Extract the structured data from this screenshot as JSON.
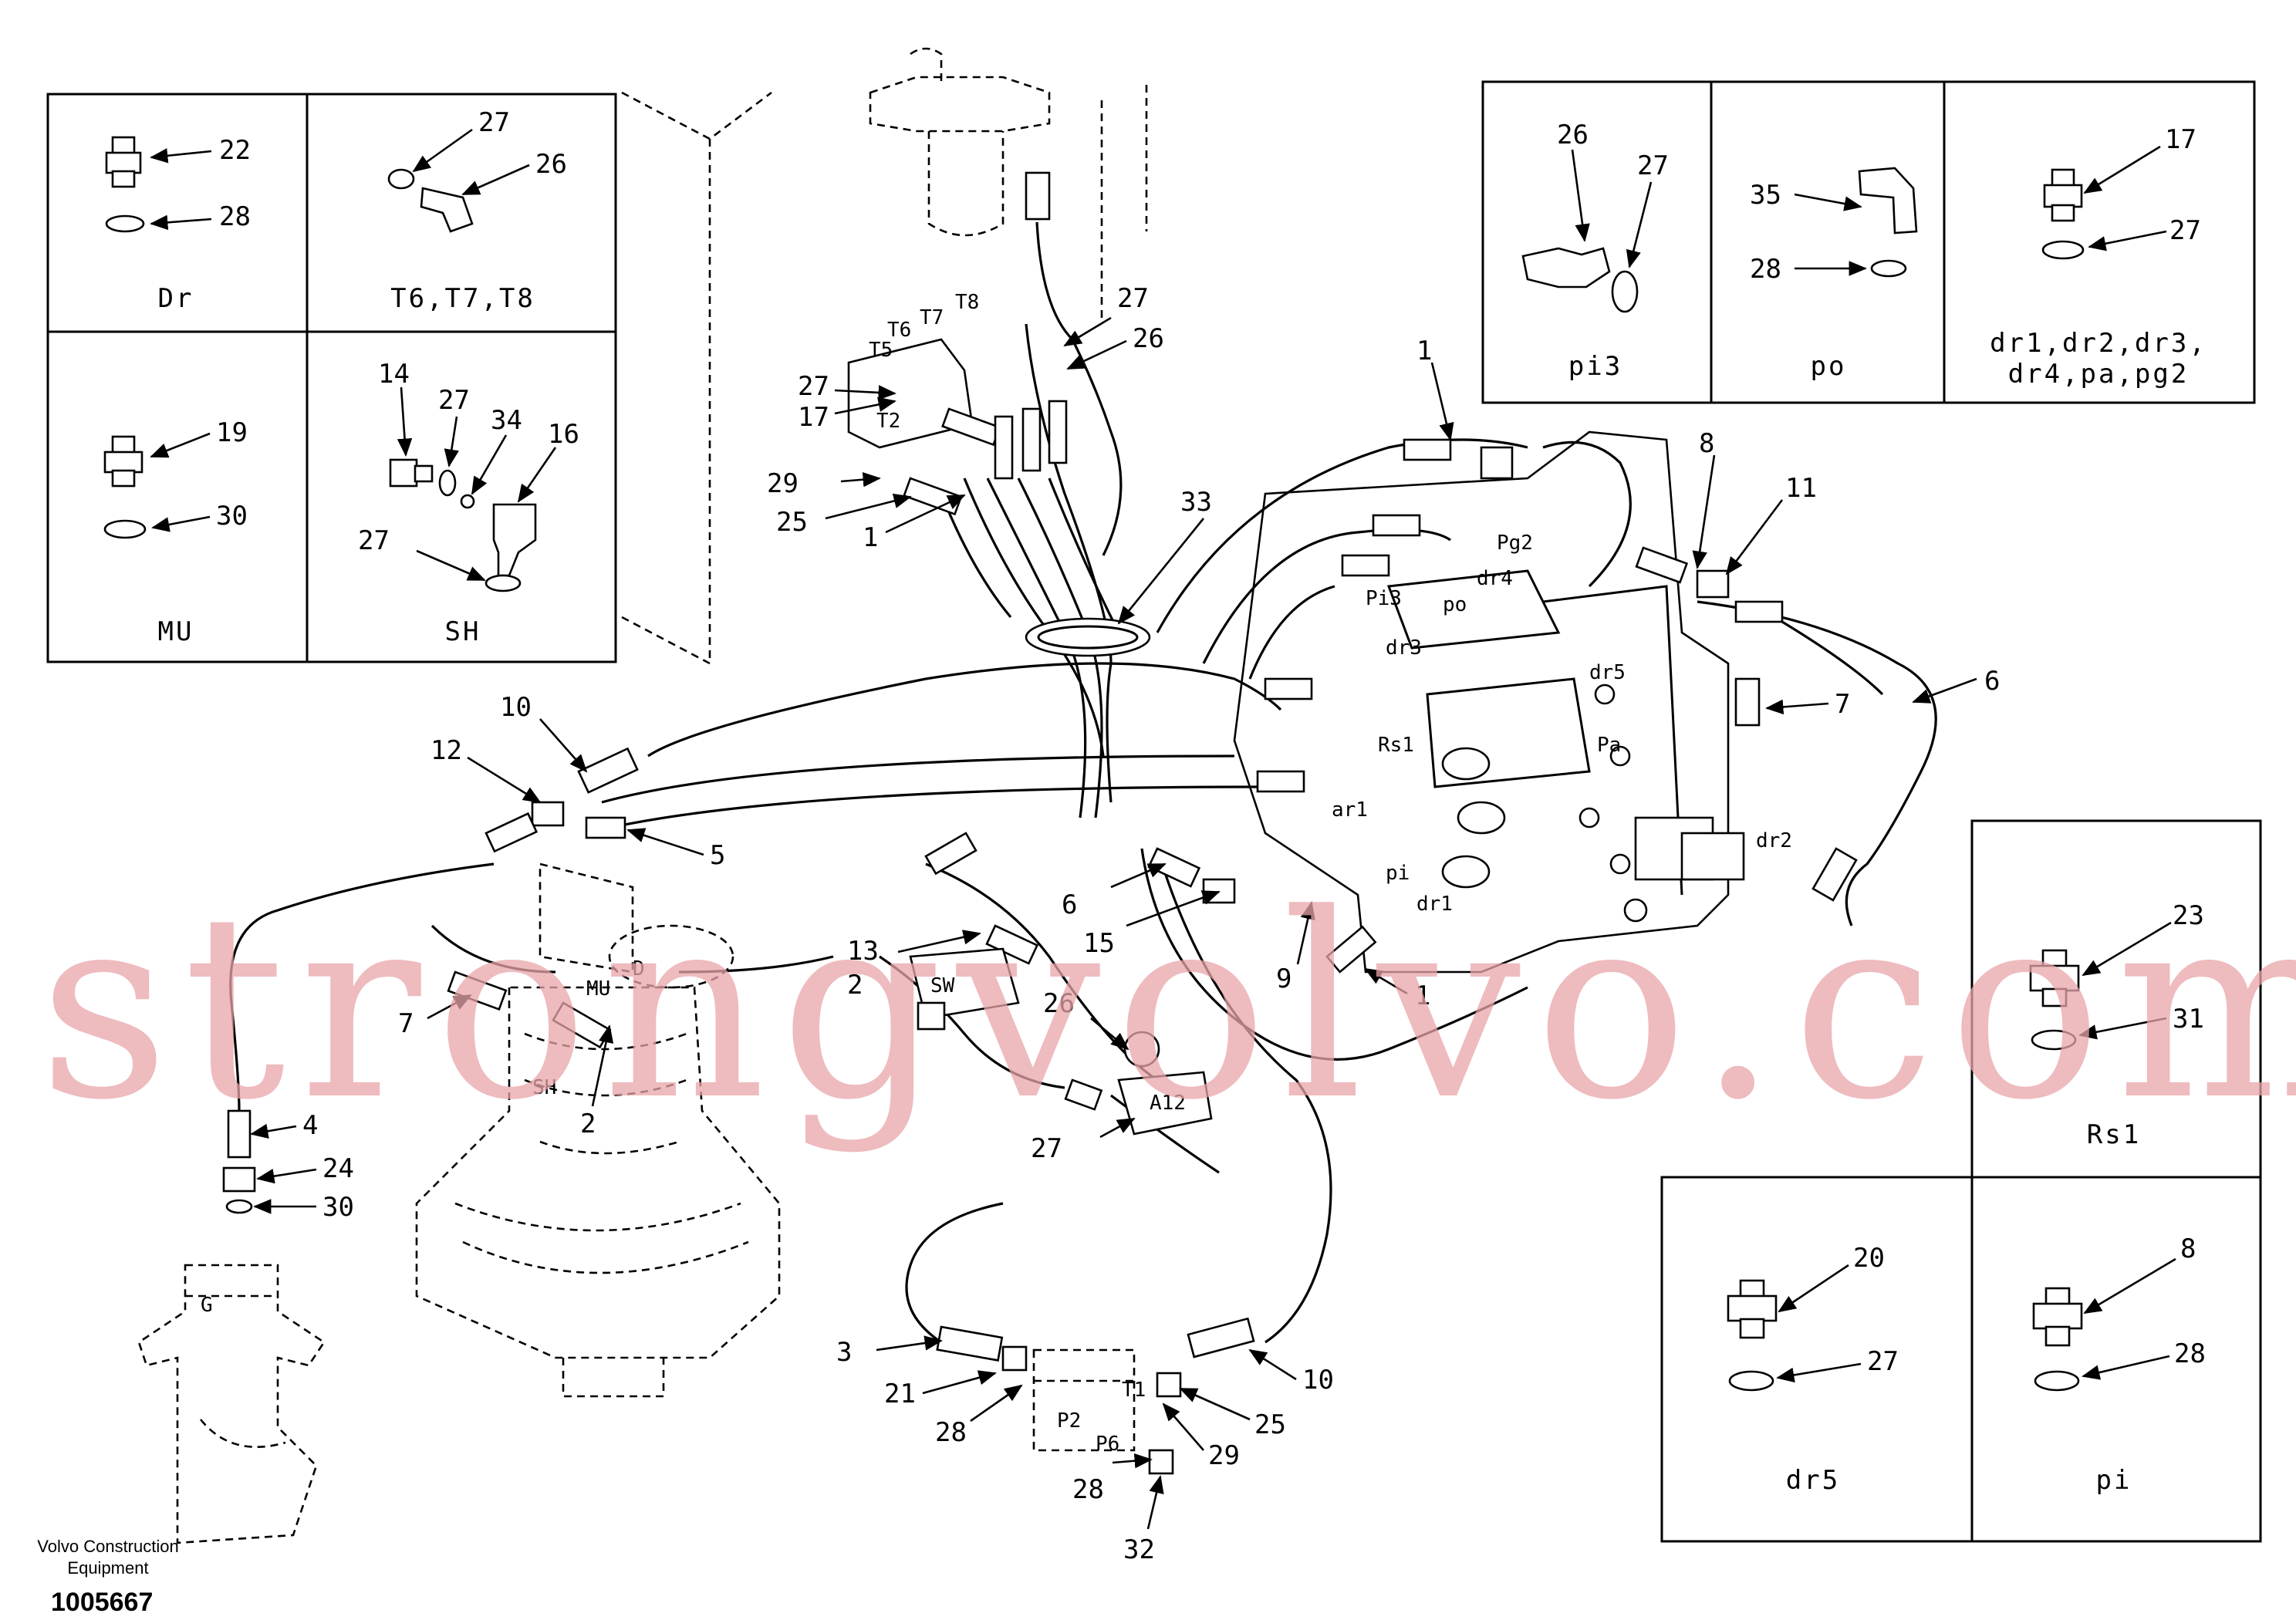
{
  "insets_left": [
    {
      "key": "dr",
      "caption": "Dr",
      "callouts": [
        "22",
        "28"
      ]
    },
    {
      "key": "t678",
      "caption": "T6,T7,T8",
      "callouts": [
        "27",
        "26"
      ]
    },
    {
      "key": "mu",
      "caption": "MU",
      "callouts": [
        "19",
        "30"
      ]
    },
    {
      "key": "sh",
      "caption": "SH",
      "callouts": [
        "14",
        "27",
        "34",
        "16",
        "27"
      ]
    }
  ],
  "insets_right_top": [
    {
      "key": "pi3",
      "caption": "pi3",
      "callouts": [
        "26",
        "27"
      ]
    },
    {
      "key": "po",
      "caption": "po",
      "callouts": [
        "35",
        "28"
      ]
    },
    {
      "key": "dr_multi",
      "caption_lines": [
        "dr1,dr2,dr3,",
        "dr4,pa,pg2"
      ],
      "callouts": [
        "17",
        "27"
      ]
    }
  ],
  "insets_right_bottom": [
    {
      "key": "rs1",
      "caption": "Rs1",
      "callouts": [
        "23",
        "31"
      ]
    },
    {
      "key": "dr5",
      "caption": "dr5",
      "callouts": [
        "20",
        "27"
      ]
    },
    {
      "key": "pi",
      "caption": "pi",
      "callouts": [
        "8",
        "28"
      ]
    }
  ],
  "port_labels": {
    "t5": "T5",
    "t6": "T6",
    "t7": "T7",
    "t8": "T8",
    "t2": "T2",
    "pg2": "Pg2",
    "dr4": "dr4",
    "pi3": "Pi3",
    "po": "po",
    "dr3": "dr3",
    "dr5": "dr5",
    "pa": "Pa",
    "rs1": "Rs1",
    "ar1": "ar1",
    "pi": "pi",
    "dr1": "dr1",
    "dr2": "dr2",
    "sw": "SW",
    "a12": "A12",
    "mu": "MU",
    "d": "D",
    "sh": "SH",
    "g": "G",
    "t1": "T1",
    "p2": "P2",
    "p6": "P6"
  },
  "callouts": {
    "c27a": "27",
    "c26a": "26",
    "c27b": "27",
    "c17a": "17",
    "c29a": "29",
    "c25a": "25",
    "c1a": "1",
    "c33": "33",
    "c1b": "1",
    "c8a": "8",
    "c11": "11",
    "c6a": "6",
    "c7a": "7",
    "c10a": "10",
    "c12": "12",
    "c5": "5",
    "c13": "13",
    "c2a": "2",
    "c6b": "6",
    "c15": "15",
    "c9": "9",
    "c1c": "1",
    "c7b": "7",
    "c26b": "26",
    "c2b": "2",
    "c27c": "27",
    "c4": "4",
    "c24": "24",
    "c30": "30",
    "c3": "3",
    "c21": "21",
    "c28a": "28",
    "c10b": "10",
    "c25b": "25",
    "c29b": "29",
    "c28b": "28",
    "c32": "32"
  },
  "watermark": "strongvolvo.com",
  "footer": {
    "company_line1": "Volvo Construction",
    "company_line2": "Equipment",
    "drawing_number": "1005667"
  }
}
